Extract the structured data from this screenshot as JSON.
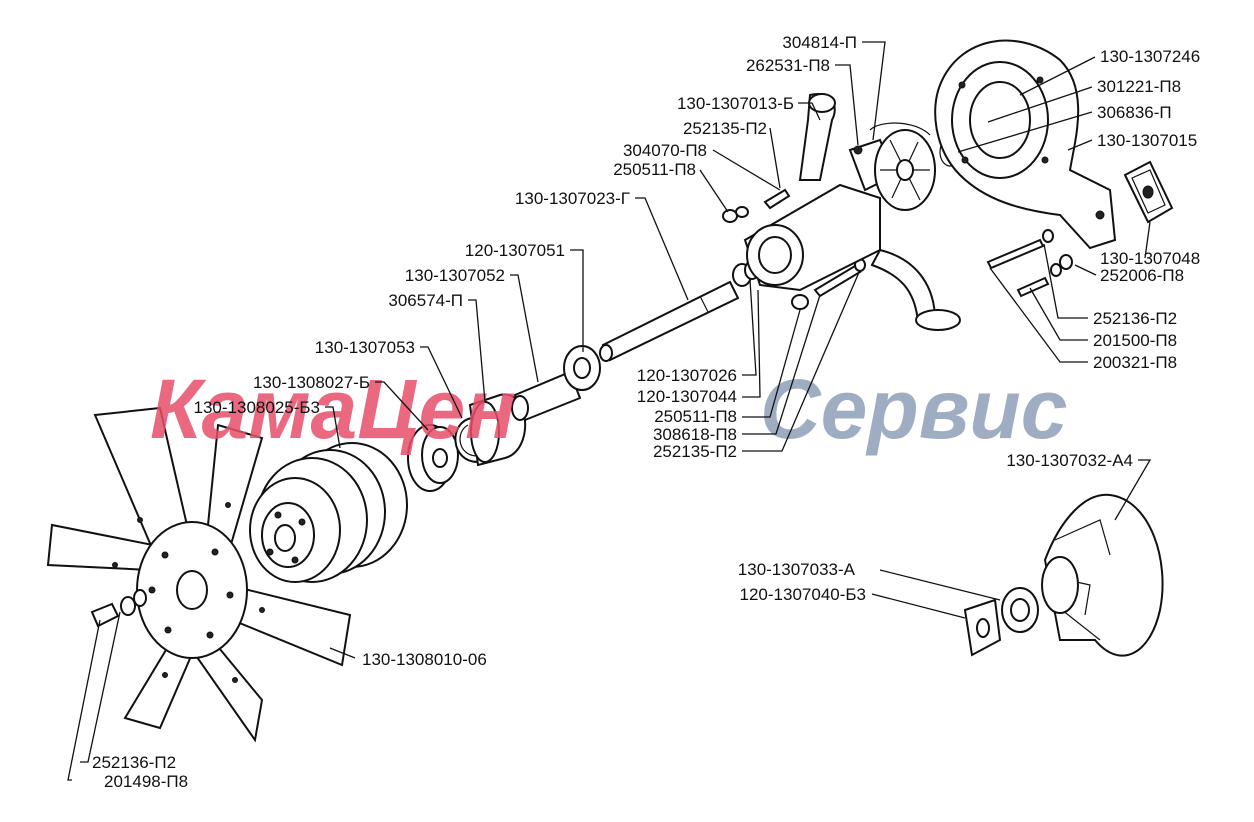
{
  "watermark": {
    "left": "КамаЦен",
    "right": "Сервис",
    "color_left": "#e8506a",
    "color_right": "#8f9fb8"
  },
  "labels": {
    "l01": "304814-П",
    "l02": "262531-П8",
    "l03": "130-1307013-Б",
    "l04": "252135-П2",
    "l05": "304070-П8",
    "l06": "250511-П8",
    "l07": "130-1307023-Г",
    "l08": "120-1307051",
    "l09": "130-1307052",
    "l10": "306574-П",
    "l11": "130-1307053",
    "l12": "130-1308027-Б",
    "l13": "130-1308025-Б3",
    "l14": "130-1307246",
    "l15": "301221-П8",
    "l16": "306836-П",
    "l17": "130-1307015",
    "l18": "130-1307048",
    "l19": "252006-П8",
    "l20": "252136-П2",
    "l21": "201500-П8",
    "l22": "200321-П8",
    "l23": "120-1307026",
    "l24": "120-1307044",
    "l25": "250511-П8",
    "l26": "308618-П8",
    "l27": "252135-П2",
    "l28": "130-1307032-А4",
    "l29": "130-1307033-А",
    "l30": "120-1307040-Б3",
    "l31": "130-1308010-06",
    "l32": "252136-П2",
    "l33": "201498-П8"
  }
}
